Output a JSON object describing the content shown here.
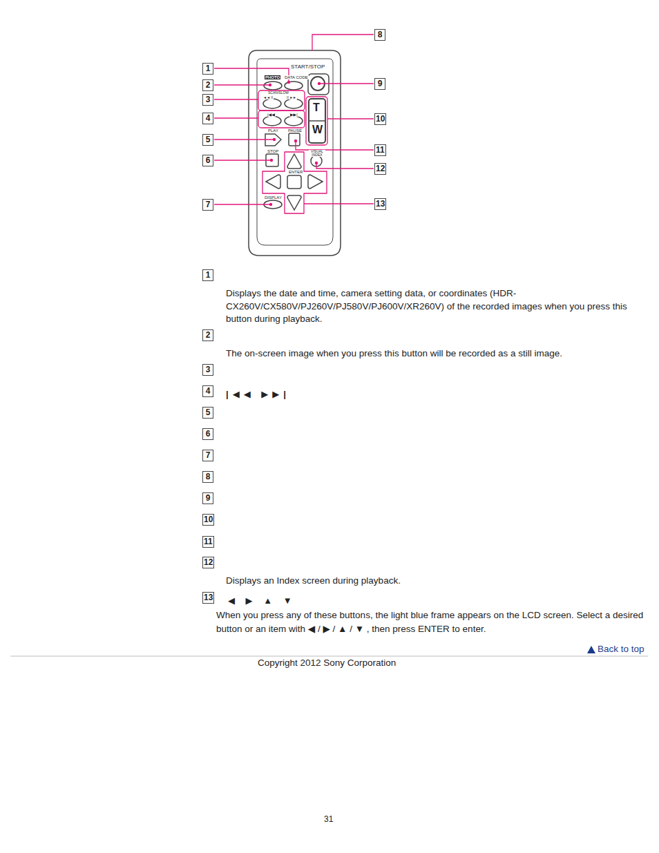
{
  "diagram": {
    "labels": [
      "START/STOP",
      "PHOTO",
      "DATA CODE",
      "SCAN/SLOW",
      "◄◄ II",
      "II ►►",
      "|◀◀",
      "▶▶|",
      "PLAY",
      "PAUSE",
      "STOP",
      "VISUAL INDEX",
      "ENTER",
      "DISPLAY",
      "T",
      "W",
      "1",
      "2",
      "3",
      "4",
      "5",
      "6",
      "7",
      "8",
      "9",
      "10",
      "11",
      "12",
      "13",
      "1",
      "Displays the date and time, camera setting data, or coordinates (HDR-CX260V/CX580V/PJ260V/PJ580V/PJ600V/XR260V) of the recorded images when you press this button during playback.",
      "2",
      "The on-screen image when you press this button will be recorded as a still image.",
      "3",
      "4",
      "|◀◀ ▶▶|",
      "5",
      "6",
      "7",
      "8",
      "9",
      "10",
      "11",
      "12",
      "Displays an Index screen during playback.",
      "13",
      "◀ ▶ ▲ ▼",
      "When you press any of these buttons, the light blue frame appears on the LCD screen. Select a desired button or an item with ◀ / ▶ / ▲ / ▼ , then press ENTER to enter.",
      "Back to top",
      "Copyright 2012 Sony Corporation",
      "31"
    ]
  }
}
